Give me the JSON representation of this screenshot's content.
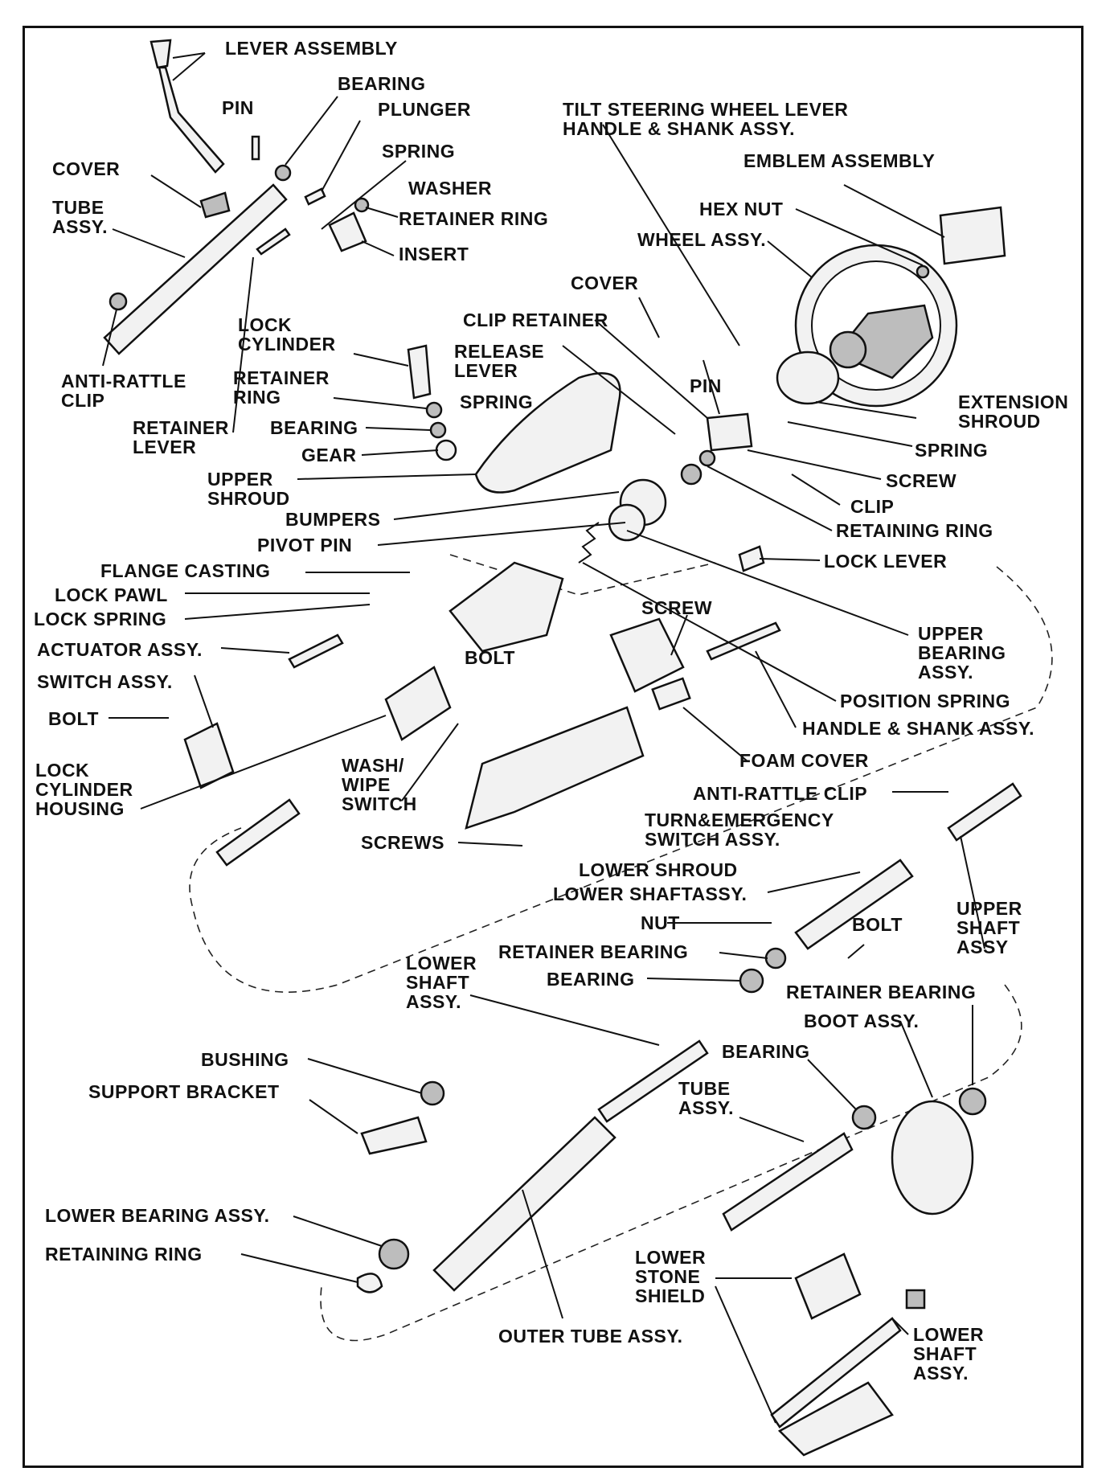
{
  "labels": {
    "lever_assembly": "LEVER ASSEMBLY",
    "bearing_top": "BEARING",
    "plunger": "PLUNGER",
    "pin_top": "PIN",
    "spring_top": "SPRING",
    "cover_left": "COVER",
    "washer": "WASHER",
    "tube_assy_top": "TUBE\nASSY.",
    "retainer_ring": "RETAINER RING",
    "insert": "INSERT",
    "anti_rattle_clip_left": "ANTI-RATTLE\nCLIP",
    "lock_cylinder": "LOCK\nCYLINDER",
    "retainer_ring_small": "RETAINER\nRING",
    "retainer_lever": "RETAINER\nLEVER",
    "bearing_mid": "BEARING",
    "gear": "GEAR",
    "tilt_lever": "TILT STEERING WHEEL LEVER\nHANDLE & SHANK ASSY.",
    "emblem_assembly": "EMBLEM ASSEMBLY",
    "hex_nut": "HEX NUT",
    "wheel_assy": "WHEEL ASSY.",
    "cover_mid": "COVER",
    "clip_retainer": "CLIP RETAINER",
    "release_lever": "RELEASE\nLEVER",
    "spring_mid": "SPRING",
    "pin_mid": "PIN",
    "extension_shroud": "EXTENSION\nSHROUD",
    "spring_right": "SPRING",
    "screw_right": "SCREW",
    "upper_shroud": "UPPER\nSHROUD",
    "clip": "CLIP",
    "bumpers": "BUMPERS",
    "retaining_ring_mid": "RETAINING RING",
    "pivot_pin": "PIVOT PIN",
    "lock_lever": "LOCK LEVER",
    "flange_casting": "FLANGE CASTING",
    "lock_pawl": "LOCK PAWL",
    "lock_spring": "LOCK SPRING",
    "screw_mid": "SCREW",
    "upper_bearing_assy": "UPPER\nBEARING\nASSY.",
    "actuator_assy": "ACTUATOR ASSY.",
    "bolt_mid": "BOLT",
    "switch_assy": "SWITCH ASSY.",
    "position_spring": "POSITION SPRING",
    "handle_shank_assy": "HANDLE & SHANK ASSY.",
    "bolt_left": "BOLT",
    "foam_cover": "FOAM COVER",
    "lock_cylinder_housing": "LOCK\nCYLINDER\nHOUSING",
    "wash_wipe_switch": "WASH/\nWIPE\nSWITCH",
    "anti_rattle_clip_right": "ANTI-RATTLE CLIP",
    "turn_emergency_switch": "TURN&EMERGENCY\nSWITCH ASSY.",
    "screws": "SCREWS",
    "lower_shroud": "LOWER SHROUD",
    "lower_shaft_assy_mid": "LOWER SHAFTASSY.",
    "nut": "NUT",
    "bolt_lower": "BOLT",
    "upper_shaft_assy": "UPPER\nSHAFT\nASSY",
    "retainer_bearing_mid": "RETAINER BEARING",
    "bearing_lower": "BEARING",
    "lower_shaft_assy_left": "LOWER\nSHAFT\nASSY.",
    "retainer_bearing_right": "RETAINER BEARING",
    "boot_assy": "BOOT ASSY.",
    "bushing": "BUSHING",
    "bearing_right": "BEARING",
    "support_bracket": "SUPPORT BRACKET",
    "tube_assy_lower": "TUBE\nASSY.",
    "lower_bearing_assy": "LOWER BEARING ASSY.",
    "retaining_ring_lower": "RETAINING RING",
    "lower_stone_shield": "LOWER\nSTONE\nSHIELD",
    "outer_tube_assy": "OUTER TUBE ASSY.",
    "lower_shaft_assy_right": "LOWER\nSHAFT\nASSY."
  }
}
